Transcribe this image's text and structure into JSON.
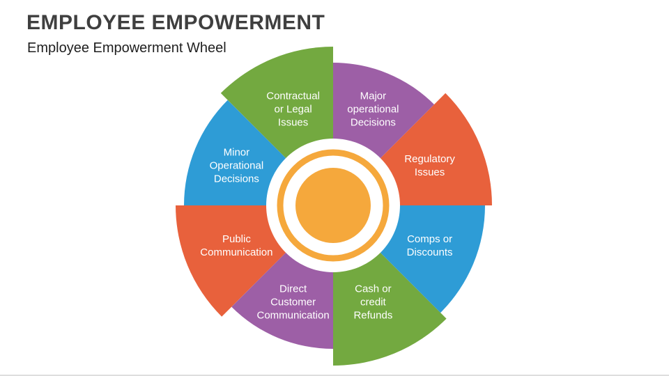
{
  "title": "EMPLOYEE EMPOWERMENT",
  "subtitle": "Employee Empowerment Wheel",
  "wheel": {
    "label_color": "#FFFFFF",
    "hub": {
      "disc_color": "#F5A83C",
      "ring_color": "#F5A83C"
    },
    "segments": [
      {
        "id": "regulatory-issues",
        "label": "Regulatory Issues",
        "lines": [
          "Regulatory",
          "Issues"
        ],
        "color": "#E8613C",
        "start": 0,
        "end": 45,
        "radius": 228
      },
      {
        "id": "major-operational-decisions",
        "label": "Major operational Decisions",
        "lines": [
          "Major",
          "operational",
          "Decisions"
        ],
        "color": "#9D5FA6",
        "start": 45,
        "end": 90,
        "radius": 205
      },
      {
        "id": "contractual-or-legal-issues",
        "label": "Contractual or Legal Issues",
        "lines": [
          "Contractual",
          "or Legal",
          "Issues"
        ],
        "color": "#73A940",
        "start": 90,
        "end": 135,
        "radius": 228
      },
      {
        "id": "minor-operational-decisions",
        "label": "Minor Operational Decisions",
        "lines": [
          "Minor",
          "Operational",
          "Decisions"
        ],
        "color": "#2E9CD6",
        "start": 135,
        "end": 180,
        "radius": 214
      },
      {
        "id": "public-communication",
        "label": "Public Communication",
        "lines": [
          "Public",
          "Communication"
        ],
        "color": "#E8613C",
        "start": 180,
        "end": 225,
        "radius": 226
      },
      {
        "id": "direct-customer-communication",
        "label": "Direct Customer Communication",
        "lines": [
          "Direct",
          "Customer",
          "Communication"
        ],
        "color": "#9D5FA6",
        "start": 225,
        "end": 270,
        "radius": 206
      },
      {
        "id": "cash-or-credit-refunds",
        "label": "Cash or credit Refunds",
        "lines": [
          "Cash or",
          "credit",
          "Refunds"
        ],
        "color": "#73A940",
        "start": 270,
        "end": 315,
        "radius": 230
      },
      {
        "id": "comps-or-discounts",
        "label": "Comps or Discounts",
        "lines": [
          "Comps or",
          "Discounts"
        ],
        "color": "#2E9CD6",
        "start": 315,
        "end": 360,
        "radius": 218
      }
    ]
  }
}
